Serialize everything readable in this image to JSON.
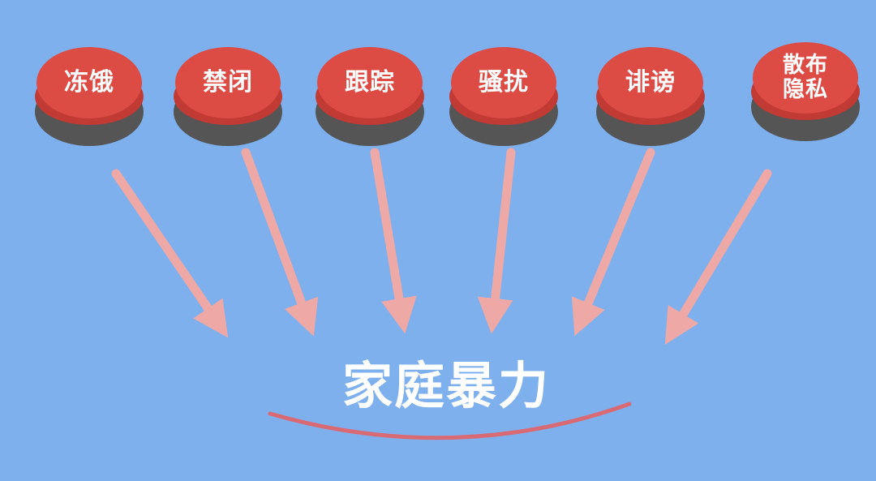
{
  "buttons": [
    {
      "label": "冻饿"
    },
    {
      "label": "禁闭"
    },
    {
      "label": "跟踪"
    },
    {
      "label": "骚扰"
    },
    {
      "label": "诽谤"
    },
    {
      "label": "散布隐私"
    }
  ],
  "center": {
    "label": "家庭暴力"
  },
  "colors": {
    "background": "#7fb0ee",
    "button": "#dc4b44",
    "arrow": "#eea8a6",
    "arc": "#d96a74"
  }
}
